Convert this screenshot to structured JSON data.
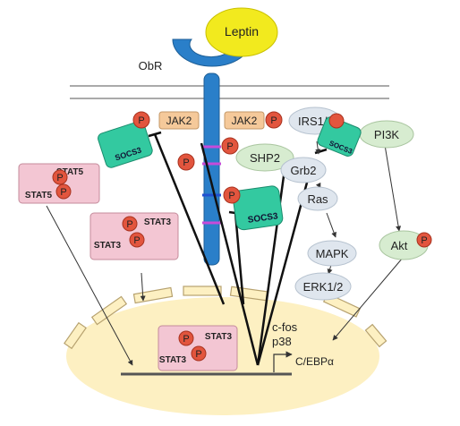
{
  "labels": {
    "leptin": "Leptin",
    "obr": "ObR",
    "jak2_left": "JAK2",
    "jak2_right": "JAK2",
    "irs": "IRS1/2",
    "pi3k": "PI3K",
    "shp2": "SHP2",
    "grb2": "Grb2",
    "ras": "Ras",
    "mapk": "MAPK",
    "erk": "ERK1/2",
    "akt": "Akt",
    "socs3": "SOCS3",
    "stat5": "STAT5",
    "stat3": "STAT3",
    "phospho": "P",
    "cfos": "c-fos",
    "p38": "p38",
    "cebp": "C/EBPα"
  },
  "colors": {
    "leptin": "#f2ea1e",
    "receptor": "#2a7fc9",
    "jak": "#f5c99a",
    "phospho": "#e2553e",
    "protein_grey": "#dfe6ee",
    "protein_green": "#d7ecd0",
    "socs": "#33c9a0",
    "stat": "#f3c6d3",
    "nucleus": "#fdf0c2"
  }
}
